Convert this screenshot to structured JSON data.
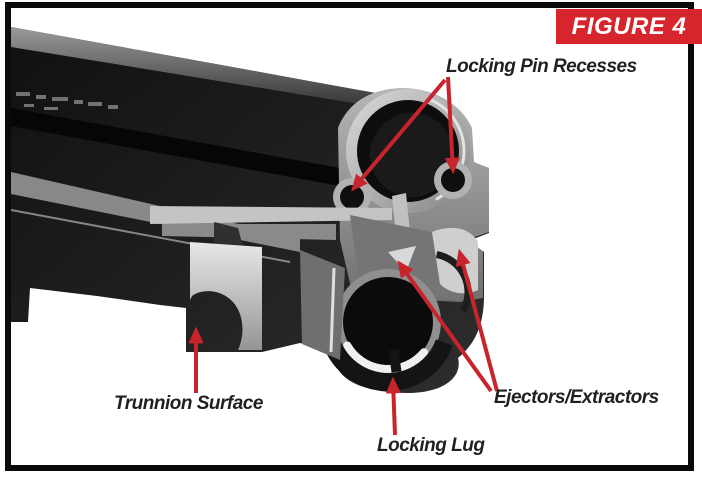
{
  "figure_badge": {
    "label": "FIGURE 4"
  },
  "colors": {
    "accent_red": "#c8242c",
    "badge_bg": "#d6252c",
    "badge_text": "#ffffff",
    "label_text": "#231f20",
    "frame_black": "#0a0a0a",
    "photo_bg": "#ffffff"
  },
  "callouts": {
    "locking_pin_recesses": {
      "label": "Locking Pin Recesses"
    },
    "trunnion_surface": {
      "label": "Trunnion Surface"
    },
    "locking_lug": {
      "label": "Locking Lug"
    },
    "ejectors_extractors": {
      "label": "Ejectors/Extractors"
    }
  }
}
